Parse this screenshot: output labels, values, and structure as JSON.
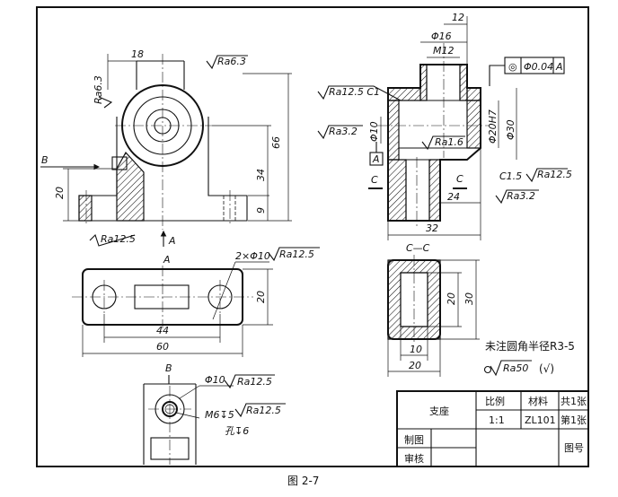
{
  "caption": "图 2-7",
  "title_block": {
    "part_name": "支座",
    "scale_label": "比例",
    "material_label": "材料",
    "total_label": "共1张",
    "scale_value": "1:1",
    "material_value": "ZL101",
    "sheet_label": "第1张",
    "drawn_label": "制图",
    "checked_label": "审核",
    "drawing_no_label": "图号"
  },
  "notes": {
    "fillet_note": "未注圆角半径R3-5",
    "general_roughness": "Ra50",
    "other_surfaces": "(√)"
  },
  "view_labels": {
    "view_a_arrow": "A",
    "view_a_title": "A",
    "view_b_arrow": "B",
    "view_b_title": "B",
    "section_cc_title": "C—C",
    "section_mark_left": "C",
    "section_mark_right": "C",
    "datum": "A"
  },
  "dimensions": {
    "front_top_width": "18",
    "front_height_66": "66",
    "front_height_34": "34",
    "front_height_9": "9",
    "front_height_20": "20",
    "front_left_marker": "B",
    "side_top_12": "12",
    "side_phi16": "Φ16",
    "side_m12": "M12",
    "side_phi20h7": "Φ20H7",
    "side_phi30": "Φ30",
    "side_phi10": "Φ10",
    "side_24": "24",
    "side_32": "32",
    "view_a_44": "44",
    "view_a_60": "60",
    "view_a_20": "20",
    "view_a_holes": "2×Φ10",
    "cc_20": "20",
    "cc_30": "30",
    "cc_10": "10",
    "cc_20_bottom": "20",
    "view_b_hole": "Φ10",
    "view_b_thread": "M6↧5",
    "view_b_hole_depth": "孔↧6"
  },
  "roughness": {
    "front_top": "Ra6.3",
    "front_left": "Ra6.3",
    "front_bottom": "Ra12.5",
    "side_top_left": "Ra12.5 C1",
    "side_left": "Ra3.2",
    "side_bore": "Ra1.6",
    "side_chamfer": "C1.5",
    "side_chamfer_ra": "Ra12.5",
    "side_bottom": "Ra3.2",
    "view_a_holes": "Ra12.5",
    "view_b_hole": "Ra12.5",
    "view_b_thread": "Ra12.5"
  },
  "tolerance": {
    "symbol": "◎",
    "value": "Φ0.04",
    "datum": "A"
  }
}
